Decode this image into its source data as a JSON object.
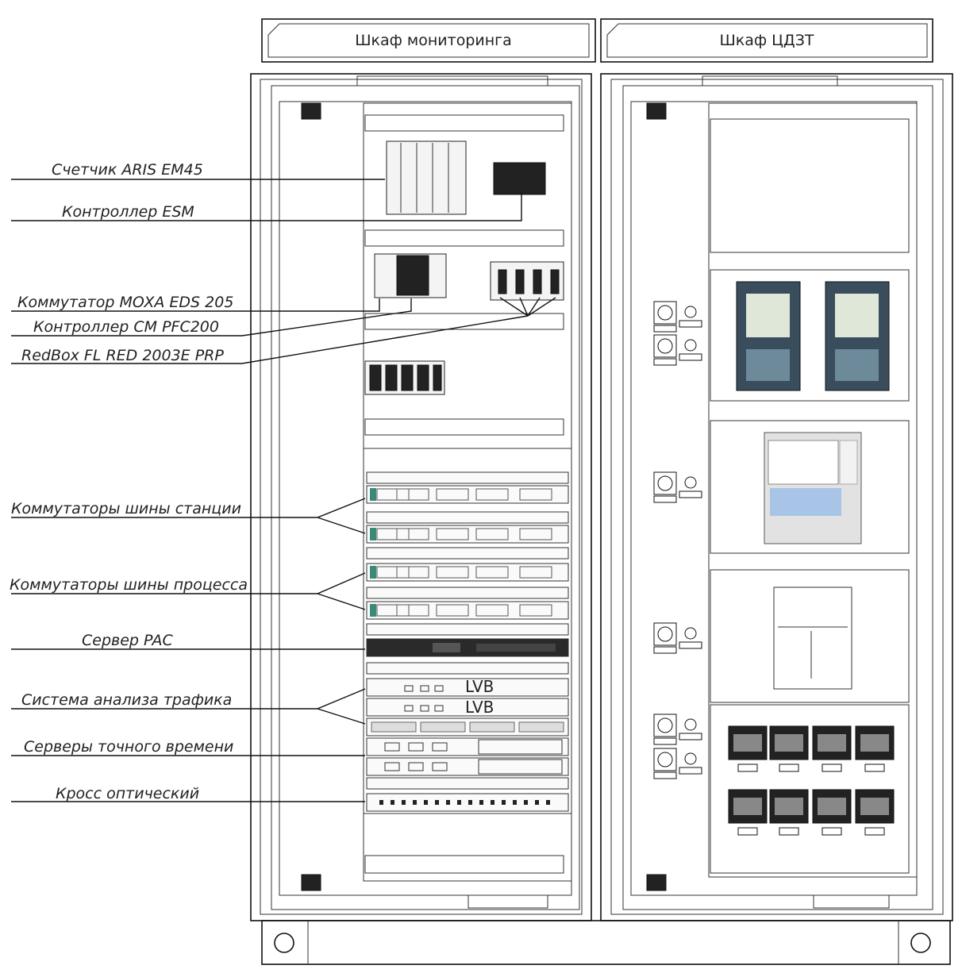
{
  "cabinets": {
    "left_title": "Шкаф мониторинга",
    "right_title": "Шкаф ЦДЗТ"
  },
  "labels": [
    "Счетчик ARIS EM45",
    "Контроллер ESM",
    "Коммутатор MOXA EDS 205",
    "Контроллер CM PFC200",
    "RedBox FL RED 2003E PRP",
    "Коммутаторы шины станции",
    "Коммутаторы шины процесса",
    "Сервер PAC",
    "Система анализа трафика",
    "Серверы точного времени",
    "Кросс оптический"
  ],
  "lvb": [
    "LVB",
    "LVB"
  ]
}
